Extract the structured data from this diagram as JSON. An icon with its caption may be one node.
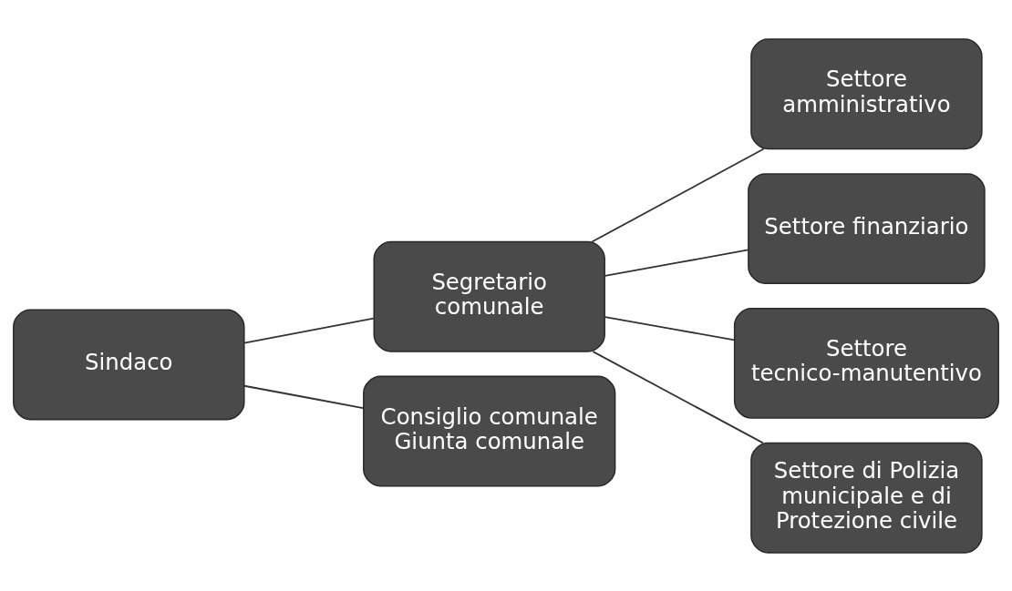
{
  "diagram": {
    "nodes": [
      {
        "text": [
          "Sindaco"
        ]
      },
      {
        "text": [
          "Segretario comunale"
        ]
      },
      {
        "text": [
          "Consiglio comunale",
          "Giunta comunale"
        ]
      },
      {
        "text": [
          "Settore amministrativo"
        ]
      },
      {
        "text": [
          "Settore finanziario"
        ]
      },
      {
        "text": [
          "Settore tecnico-manutentivo"
        ]
      },
      {
        "text": [
          "Settore di Polizia municipale e di Protezione civile"
        ]
      }
    ],
    "edges": [
      {
        "from": 0,
        "to": 1,
        "arrow": "none"
      },
      {
        "from": 0,
        "to": 2,
        "arrow": "none"
      },
      {
        "from": 1,
        "to": 3,
        "arrow": "none"
      },
      {
        "from": 1,
        "to": 4,
        "arrow": "none"
      },
      {
        "from": 1,
        "to": 5,
        "arrow": "none"
      },
      {
        "from": 1,
        "to": 6,
        "arrow": "none"
      }
    ]
  }
}
